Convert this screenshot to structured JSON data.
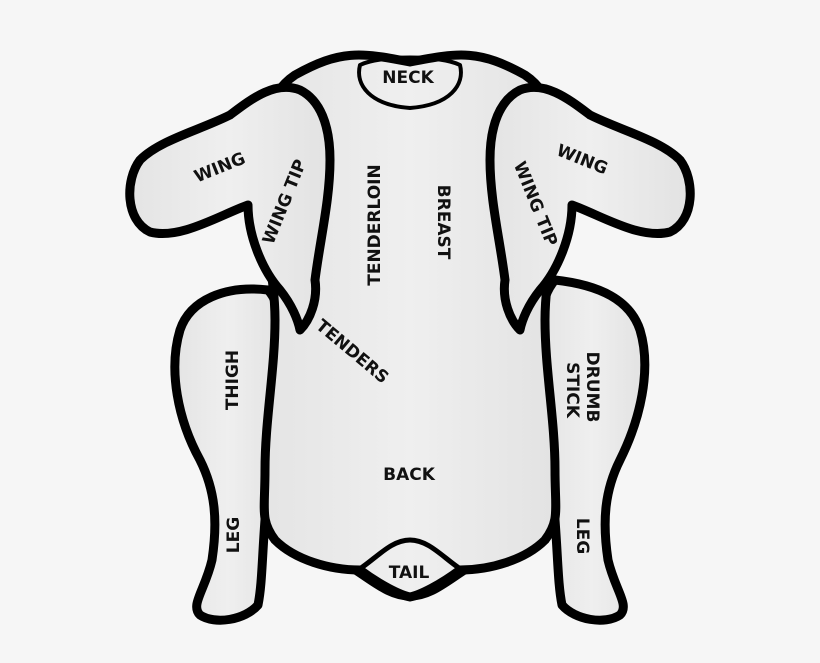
{
  "diagram": {
    "title": "Chicken cuts diagram",
    "colors": {
      "background": "#f6f6f6",
      "fill_light": "#ececec",
      "fill_dark": "#dcdcdc",
      "outline": "#000000",
      "text": "#111111"
    },
    "labels": {
      "neck": "NECK",
      "wing_left": "WING",
      "wing_right": "WING",
      "wing_tip_left": "WING TIP",
      "wing_tip_right": "WING TIP",
      "tenderloin": "TENDERLOIN",
      "breast": "BREAST",
      "tenders": "TENDERS",
      "thigh": "THIGH",
      "drumstick_line1": "DRUMB",
      "drumstick_line2": "STICK",
      "leg_left": "LEG",
      "leg_right": "LEG",
      "back": "BACK",
      "tail": "TAIL"
    }
  }
}
